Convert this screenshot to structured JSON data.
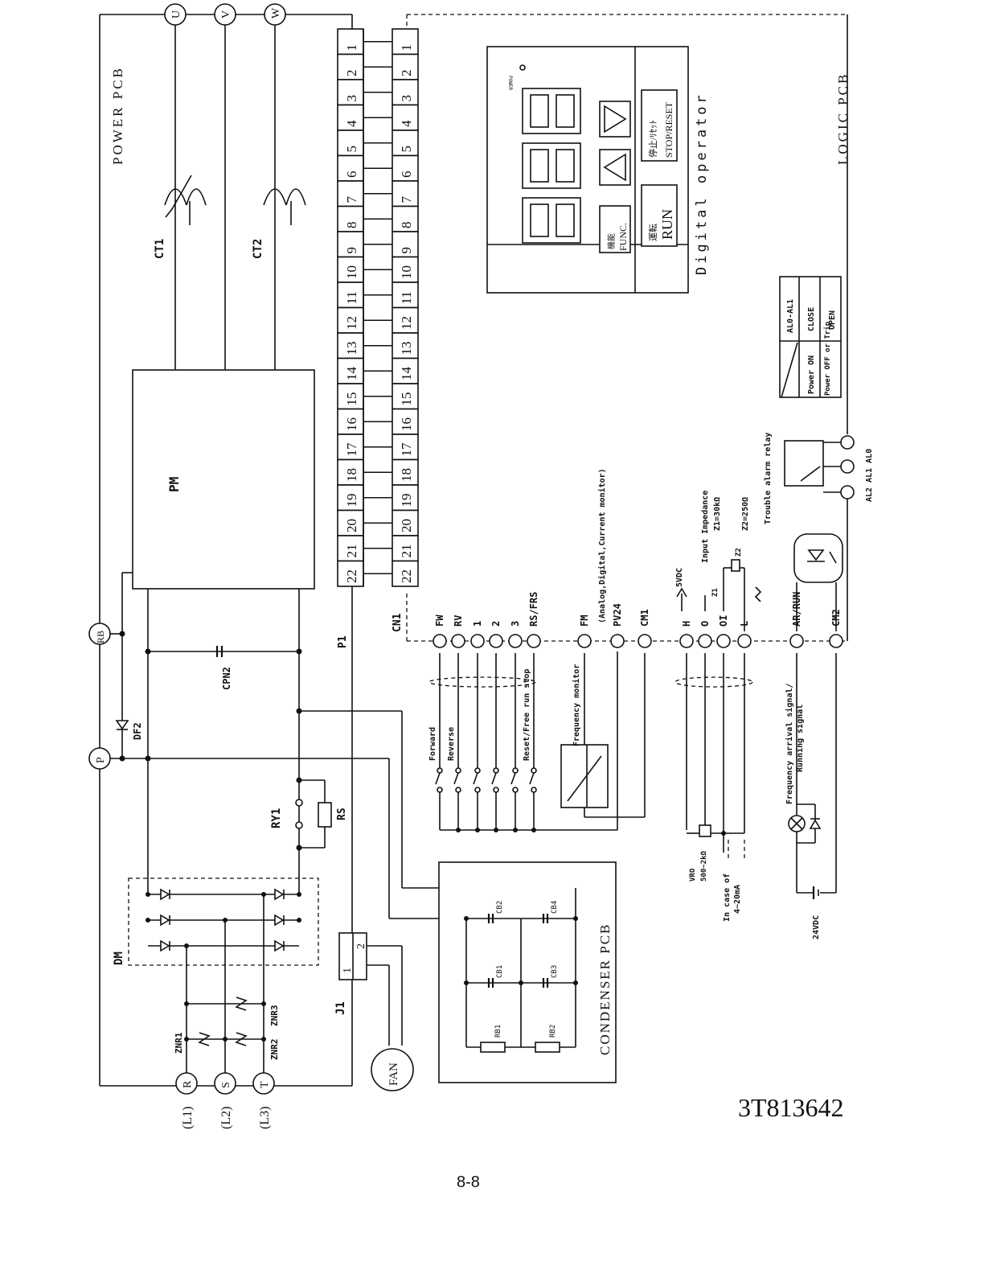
{
  "labels": {
    "power_pcb": "POWER PCB",
    "logic_pcb": "LOGIC PCB",
    "condenser_pcb": "CONDENSER PCB",
    "digital_operator": "Digital operator",
    "pm": "PM",
    "ct1": "CT1",
    "ct2": "CT2",
    "cpn2": "CPN2",
    "df2": "DF2",
    "ry1": "RY1",
    "rs": "RS",
    "dm": "DM",
    "znr1": "ZNR1",
    "znr2": "ZNR2",
    "znr3": "ZNR3",
    "p1": "P1",
    "cn1": "CN1",
    "j1": "J1",
    "fan": "FAN",
    "rb": "RB",
    "p": "P",
    "u": "U",
    "v": "V",
    "w": "W",
    "r": "R",
    "s": "S",
    "t": "T",
    "l1": "(L1)",
    "l2": "(L2)",
    "l3": "(L3)",
    "j1_pin1": "1",
    "j1_pin2": "2",
    "cb1": "CB1",
    "cb2": "CB2",
    "cb3": "CB3",
    "cb4": "CB4",
    "rb1": "RB1",
    "rb2": "RB2",
    "drawing_number": "3T813642",
    "page_number": "8-8"
  },
  "operator": {
    "power": "POWER",
    "func_jp": "機能",
    "func": "FUNC.",
    "run_jp": "運転",
    "run": "RUN",
    "stop_jp": "停止/ﾘｾｯﾄ",
    "stop": "STOP/RESET"
  },
  "connector_pins": [
    "1",
    "2",
    "3",
    "4",
    "5",
    "6",
    "7",
    "8",
    "9",
    "10",
    "11",
    "12",
    "13",
    "14",
    "15",
    "16",
    "17",
    "18",
    "19",
    "20",
    "21",
    "22"
  ],
  "cn1_terminals": [
    "FW",
    "RV",
    "1",
    "2",
    "3",
    "RS/FRS",
    "FM",
    "PV24",
    "CM1",
    "H",
    "O",
    "OI",
    "L",
    "AR/RUN",
    "CM2"
  ],
  "annotations": {
    "fm_note": "(Analog,Digital,Current monitor)",
    "forward": "Forward",
    "reverse": "Reverse",
    "reset": "Reset/Free run stop",
    "freq_monitor": "Frequency monitor",
    "h_5vdc": "5VDC",
    "oi_z1": "Z1",
    "oi_z2": "Z2",
    "input_impedance": "Input Impedance",
    "z1_value": "Z1=30kΩ",
    "z2_value": "Z2=250Ω",
    "vro": "VRO",
    "vro_value": "500~2kΩ",
    "in_case_of": "In case of",
    "in_case_range": "4~20mA",
    "freq_arrival": "Frequency arrival signal/",
    "running_signal": "Running signal",
    "vdc24": "24VDC",
    "trouble_alarm": "Trouble alarm relay",
    "al_terms": "AL2 AL1 AL0",
    "table_header_left": "",
    "table_header_right": "AL0-AL1",
    "table_row1_state": "Power ON",
    "table_row1_value": "CLOSE",
    "table_row2_state": "Power OFF or Trip",
    "table_row2_value": "OPEN"
  }
}
